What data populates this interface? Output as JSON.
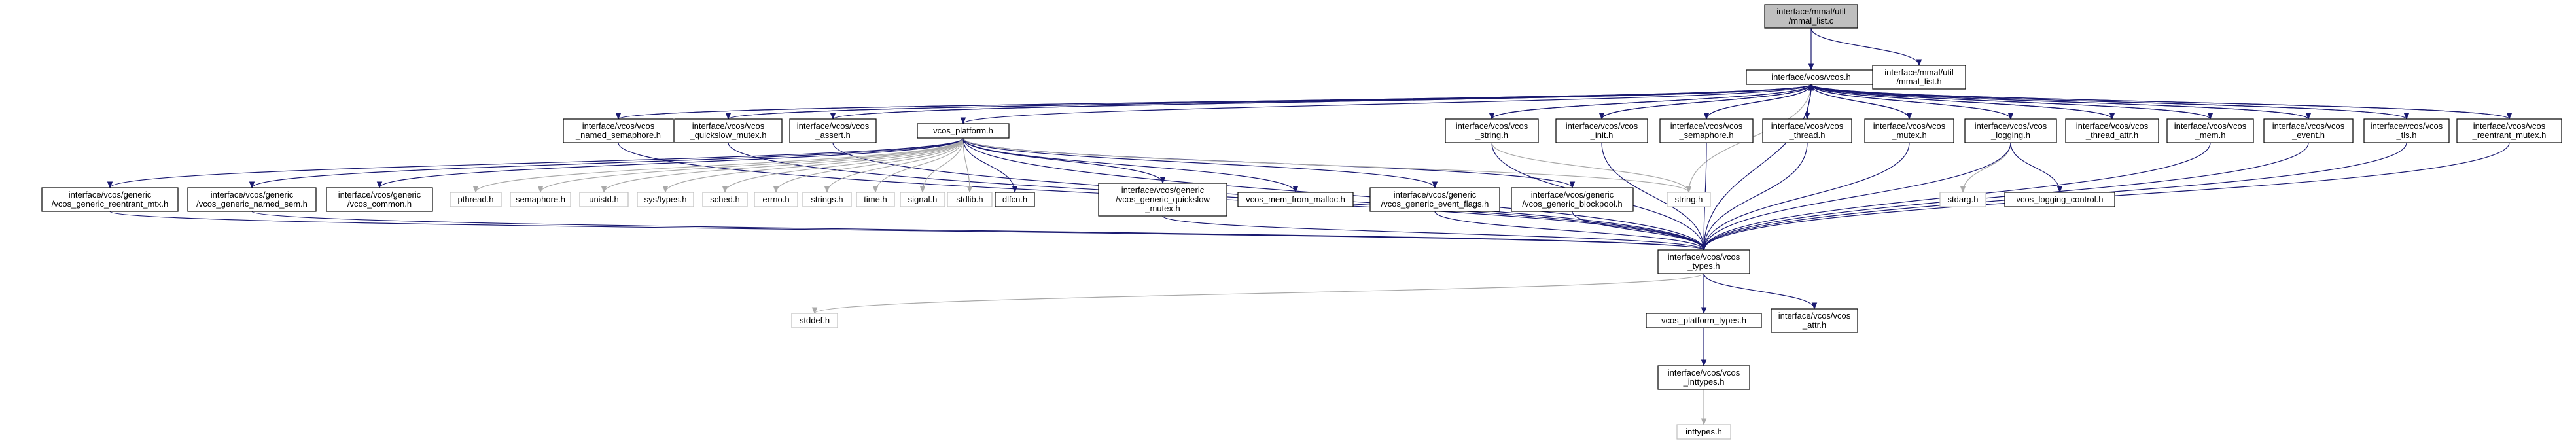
{
  "diagram": {
    "title": "",
    "colors": {
      "edge": "#191970",
      "edge_external": "#a9a9a9",
      "root_fill": "#bfbfbf",
      "node_border": "#000000",
      "plain_border": "#bfbfbf"
    },
    "nodes": [
      {
        "id": "root",
        "lines": [
          "interface/mmal/util",
          "/mmal_list.c"
        ],
        "kind": "root"
      },
      {
        "id": "vcos_h",
        "lines": [
          "interface/vcos/vcos.h"
        ],
        "kind": "file"
      },
      {
        "id": "mmal_list_h",
        "lines": [
          "interface/mmal/util",
          "/mmal_list.h"
        ],
        "kind": "file"
      },
      {
        "id": "named_sem",
        "lines": [
          "interface/vcos/vcos",
          "_named_semaphore.h"
        ],
        "kind": "file"
      },
      {
        "id": "qs_mutex",
        "lines": [
          "interface/vcos/vcos",
          "_quickslow_mutex.h"
        ],
        "kind": "file"
      },
      {
        "id": "assert_h",
        "lines": [
          "interface/vcos/vcos",
          "_assert.h"
        ],
        "kind": "file"
      },
      {
        "id": "platform_h",
        "lines": [
          "vcos_platform.h"
        ],
        "kind": "file"
      },
      {
        "id": "string_vcos",
        "lines": [
          "interface/vcos/vcos",
          "_string.h"
        ],
        "kind": "file"
      },
      {
        "id": "init_h",
        "lines": [
          "interface/vcos/vcos",
          "_init.h"
        ],
        "kind": "file"
      },
      {
        "id": "semaphore_vcos",
        "lines": [
          "interface/vcos/vcos",
          "_semaphore.h"
        ],
        "kind": "file"
      },
      {
        "id": "thread_h",
        "lines": [
          "interface/vcos/vcos",
          "_thread.h"
        ],
        "kind": "file"
      },
      {
        "id": "mutex_h",
        "lines": [
          "interface/vcos/vcos",
          "_mutex.h"
        ],
        "kind": "file"
      },
      {
        "id": "logging_h",
        "lines": [
          "interface/vcos/vcos",
          "_logging.h"
        ],
        "kind": "file"
      },
      {
        "id": "thread_attr",
        "lines": [
          "interface/vcos/vcos",
          "_thread_attr.h"
        ],
        "kind": "file"
      },
      {
        "id": "mem_h",
        "lines": [
          "interface/vcos/vcos",
          "_mem.h"
        ],
        "kind": "file"
      },
      {
        "id": "event_h",
        "lines": [
          "interface/vcos/vcos",
          "_event.h"
        ],
        "kind": "file"
      },
      {
        "id": "tls_h",
        "lines": [
          "interface/vcos/vcos",
          "_tls.h"
        ],
        "kind": "file"
      },
      {
        "id": "reentrant_mutex",
        "lines": [
          "interface/vcos/vcos",
          "_reentrant_mutex.h"
        ],
        "kind": "file"
      },
      {
        "id": "gen_reentrant",
        "lines": [
          "interface/vcos/generic",
          "/vcos_generic_reentrant_mtx.h"
        ],
        "kind": "file"
      },
      {
        "id": "gen_named_sem",
        "lines": [
          "interface/vcos/generic",
          "/vcos_generic_named_sem.h"
        ],
        "kind": "file"
      },
      {
        "id": "gen_common",
        "lines": [
          "interface/vcos/generic",
          "/vcos_common.h"
        ],
        "kind": "file"
      },
      {
        "id": "pthread_h",
        "lines": [
          "pthread.h"
        ],
        "kind": "plain"
      },
      {
        "id": "semaphore_h",
        "lines": [
          "semaphore.h"
        ],
        "kind": "plain"
      },
      {
        "id": "unistd_h",
        "lines": [
          "unistd.h"
        ],
        "kind": "plain"
      },
      {
        "id": "systypes_h",
        "lines": [
          "sys/types.h"
        ],
        "kind": "plain"
      },
      {
        "id": "sched_h",
        "lines": [
          "sched.h"
        ],
        "kind": "plain"
      },
      {
        "id": "errno_h",
        "lines": [
          "errno.h"
        ],
        "kind": "plain"
      },
      {
        "id": "strings_h",
        "lines": [
          "strings.h"
        ],
        "kind": "plain"
      },
      {
        "id": "time_h",
        "lines": [
          "time.h"
        ],
        "kind": "plain"
      },
      {
        "id": "signal_h",
        "lines": [
          "signal.h"
        ],
        "kind": "plain"
      },
      {
        "id": "stdlib_h",
        "lines": [
          "stdlib.h"
        ],
        "kind": "plain"
      },
      {
        "id": "dlfcn_h",
        "lines": [
          "dlfcn.h"
        ],
        "kind": "file"
      },
      {
        "id": "gen_qs_mutex",
        "lines": [
          "interface/vcos/generic",
          "/vcos_generic_quickslow",
          "_mutex.h"
        ],
        "kind": "file"
      },
      {
        "id": "mem_malloc",
        "lines": [
          "vcos_mem_from_malloc.h"
        ],
        "kind": "file"
      },
      {
        "id": "gen_event_flags",
        "lines": [
          "interface/vcos/generic",
          "/vcos_generic_event_flags.h"
        ],
        "kind": "file"
      },
      {
        "id": "gen_blockpool",
        "lines": [
          "interface/vcos/generic",
          "/vcos_generic_blockpool.h"
        ],
        "kind": "file"
      },
      {
        "id": "string_h",
        "lines": [
          "string.h"
        ],
        "kind": "plain"
      },
      {
        "id": "stdarg_h",
        "lines": [
          "stdarg.h"
        ],
        "kind": "plain"
      },
      {
        "id": "logging_control",
        "lines": [
          "vcos_logging_control.h"
        ],
        "kind": "file"
      },
      {
        "id": "types_h",
        "lines": [
          "interface/vcos/vcos",
          "_types.h"
        ],
        "kind": "file"
      },
      {
        "id": "stddef_h",
        "lines": [
          "stddef.h"
        ],
        "kind": "plain"
      },
      {
        "id": "platform_types",
        "lines": [
          "vcos_platform_types.h"
        ],
        "kind": "file"
      },
      {
        "id": "attr_h",
        "lines": [
          "interface/vcos/vcos",
          "_attr.h"
        ],
        "kind": "file"
      },
      {
        "id": "inttypes_vcos",
        "lines": [
          "interface/vcos/vcos",
          "_inttypes.h"
        ],
        "kind": "file"
      },
      {
        "id": "inttypes_h",
        "lines": [
          "inttypes.h"
        ],
        "kind": "plain"
      }
    ],
    "edges": [
      [
        "root",
        "vcos_h"
      ],
      [
        "root",
        "mmal_list_h"
      ],
      [
        "vcos_h",
        "named_sem"
      ],
      [
        "vcos_h",
        "qs_mutex"
      ],
      [
        "vcos_h",
        "assert_h"
      ],
      [
        "vcos_h",
        "platform_h"
      ],
      [
        "vcos_h",
        "string_vcos"
      ],
      [
        "vcos_h",
        "init_h"
      ],
      [
        "vcos_h",
        "semaphore_vcos"
      ],
      [
        "vcos_h",
        "thread_h"
      ],
      [
        "vcos_h",
        "mutex_h"
      ],
      [
        "vcos_h",
        "logging_h"
      ],
      [
        "vcos_h",
        "thread_attr"
      ],
      [
        "vcos_h",
        "mem_h"
      ],
      [
        "vcos_h",
        "event_h"
      ],
      [
        "vcos_h",
        "tls_h"
      ],
      [
        "vcos_h",
        "reentrant_mutex"
      ],
      [
        "vcos_h",
        "types_h"
      ],
      [
        "vcos_h",
        "string_h"
      ],
      [
        "named_sem",
        "vcos_h"
      ],
      [
        "named_sem",
        "types_h"
      ],
      [
        "qs_mutex",
        "vcos_h"
      ],
      [
        "qs_mutex",
        "types_h"
      ],
      [
        "assert_h",
        "vcos_h"
      ],
      [
        "assert_h",
        "types_h"
      ],
      [
        "platform_h",
        "gen_reentrant"
      ],
      [
        "platform_h",
        "gen_named_sem"
      ],
      [
        "platform_h",
        "gen_common"
      ],
      [
        "platform_h",
        "pthread_h"
      ],
      [
        "platform_h",
        "semaphore_h"
      ],
      [
        "platform_h",
        "unistd_h"
      ],
      [
        "platform_h",
        "systypes_h"
      ],
      [
        "platform_h",
        "sched_h"
      ],
      [
        "platform_h",
        "errno_h"
      ],
      [
        "platform_h",
        "strings_h"
      ],
      [
        "platform_h",
        "time_h"
      ],
      [
        "platform_h",
        "signal_h"
      ],
      [
        "platform_h",
        "stdlib_h"
      ],
      [
        "platform_h",
        "dlfcn_h"
      ],
      [
        "platform_h",
        "gen_qs_mutex"
      ],
      [
        "platform_h",
        "mem_malloc"
      ],
      [
        "platform_h",
        "gen_event_flags"
      ],
      [
        "platform_h",
        "gen_blockpool"
      ],
      [
        "platform_h",
        "types_h"
      ],
      [
        "platform_h",
        "string_h"
      ],
      [
        "gen_reentrant",
        "types_h"
      ],
      [
        "gen_named_sem",
        "types_h"
      ],
      [
        "gen_qs_mutex",
        "types_h"
      ],
      [
        "gen_event_flags",
        "types_h"
      ],
      [
        "gen_blockpool",
        "types_h"
      ],
      [
        "string_vcos",
        "vcos_h"
      ],
      [
        "string_vcos",
        "types_h"
      ],
      [
        "string_vcos",
        "string_h"
      ],
      [
        "init_h",
        "vcos_h"
      ],
      [
        "init_h",
        "types_h"
      ],
      [
        "semaphore_vcos",
        "vcos_h"
      ],
      [
        "semaphore_vcos",
        "types_h"
      ],
      [
        "thread_h",
        "vcos_h"
      ],
      [
        "thread_h",
        "types_h"
      ],
      [
        "mutex_h",
        "vcos_h"
      ],
      [
        "mutex_h",
        "types_h"
      ],
      [
        "logging_h",
        "vcos_h"
      ],
      [
        "logging_h",
        "stdarg_h"
      ],
      [
        "logging_h",
        "logging_control"
      ],
      [
        "logging_h",
        "types_h"
      ],
      [
        "thread_attr",
        "vcos_h"
      ],
      [
        "mem_h",
        "vcos_h"
      ],
      [
        "mem_h",
        "types_h"
      ],
      [
        "event_h",
        "vcos_h"
      ],
      [
        "event_h",
        "types_h"
      ],
      [
        "tls_h",
        "vcos_h"
      ],
      [
        "tls_h",
        "types_h"
      ],
      [
        "reentrant_mutex",
        "vcos_h"
      ],
      [
        "reentrant_mutex",
        "types_h"
      ],
      [
        "types_h",
        "stddef_h"
      ],
      [
        "types_h",
        "platform_types"
      ],
      [
        "types_h",
        "attr_h"
      ],
      [
        "platform_types",
        "inttypes_vcos"
      ],
      [
        "inttypes_vcos",
        "inttypes_h"
      ]
    ]
  }
}
